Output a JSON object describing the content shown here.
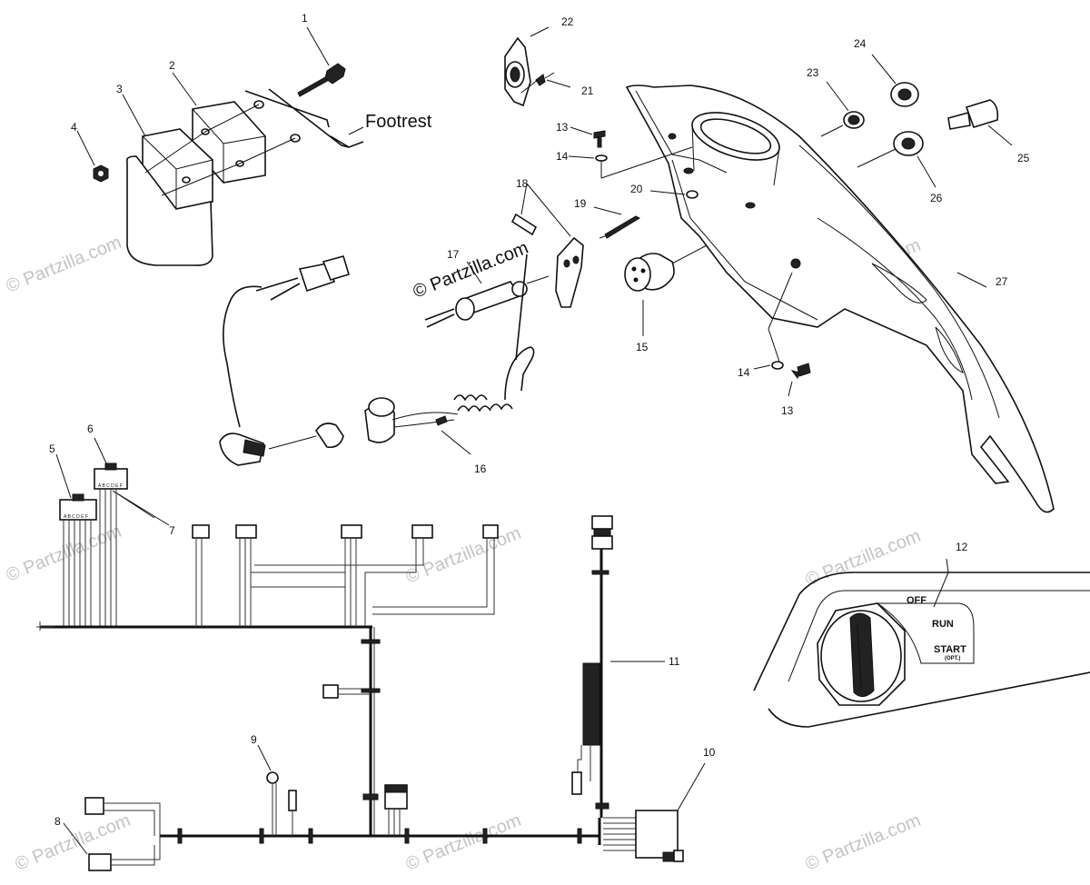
{
  "diagram": {
    "callouts": {
      "c1": "1",
      "c2": "2",
      "c3": "3",
      "c4": "4",
      "c5": "5",
      "c6": "6",
      "c7": "7",
      "c8": "8",
      "c9": "9",
      "c10": "10",
      "c11": "11",
      "c12": "12",
      "c13a": "13",
      "c13b": "13",
      "c14a": "14",
      "c14b": "14",
      "c15": "15",
      "c16": "16",
      "c17": "17",
      "c18": "18",
      "c19": "19",
      "c20": "20",
      "c21": "21",
      "c22": "22",
      "c23": "23",
      "c24": "24",
      "c25": "25",
      "c26": "26",
      "c27": "27"
    },
    "footrest_label": "Footrest",
    "switch_positions": {
      "off": "OFF",
      "run": "RUN",
      "start": "START",
      "opt": "(OPT.)"
    },
    "connector_letters": "A B C D E F",
    "watermarks": {
      "main": "© Partzilla.com",
      "faint": "© Partzilla.com"
    }
  }
}
